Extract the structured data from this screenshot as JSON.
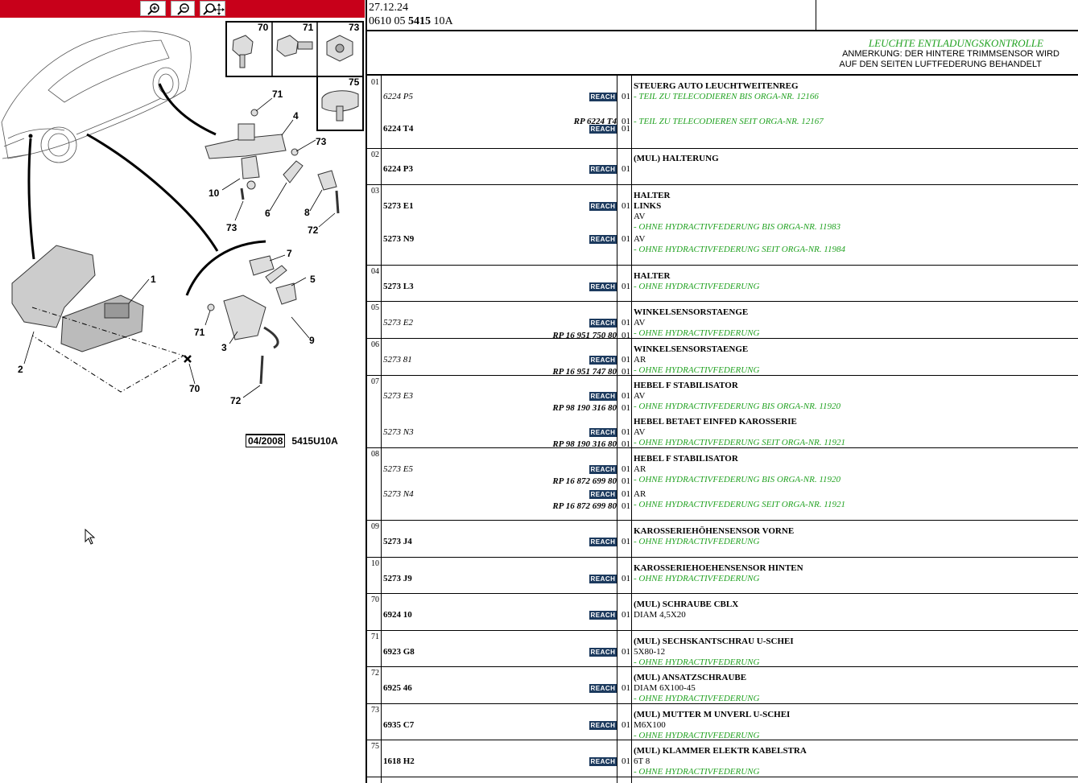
{
  "toolbar": {
    "buttons": [
      {
        "name": "zoom-in",
        "icon": "zoom-in-icon"
      },
      {
        "name": "zoom-out",
        "icon": "zoom-out-icon"
      },
      {
        "name": "zoom-fit",
        "icon": "zoom-move-icon"
      }
    ],
    "color": "#c8001a"
  },
  "diagram": {
    "callouts": [
      "70",
      "71",
      "73",
      "75",
      "71",
      "4",
      "73",
      "10",
      "73",
      "6",
      "8",
      "72",
      "1",
      "2",
      "7",
      "5",
      "71",
      "3",
      "9",
      "70",
      "72"
    ],
    "footer_date": "04/2008",
    "footer_ref": "5415U10A"
  },
  "header": {
    "date": "27.12.24",
    "code_prefix": "0610 05 ",
    "code_main": "5415",
    "code_suffix": " 10A"
  },
  "title": {
    "text": "LEUCHTE ENTLADUNGSKONTROLLE",
    "note_line1": "ANMERKUNG: DER HINTERE TRIMMSENSOR WIRD",
    "note_line2": "AUF DEN SEITEN LUFTFEDERUNG BEHANDELT"
  },
  "reach_label": "REACH",
  "colors": {
    "green": "#22a222",
    "reach": "#1c3a5e"
  },
  "rows": [
    {
      "pos": "01",
      "parts": [
        {
          "pn": "6224 P5",
          "style": "i",
          "reach": true,
          "qty": "01",
          "rp": "RP 6224 T4",
          "rp_qty": "01"
        },
        {
          "pn": "6224 T4",
          "style": "b",
          "reach": true,
          "qty": "01"
        }
      ],
      "desc": [
        {
          "text": "STEUERG AUTO LEUCHTWEITENREG",
          "style": "b"
        },
        {
          "text": "- TEIL ZU TELECODIEREN BIS ORGA-NR. 12166",
          "style": "g"
        },
        {
          "text": "- TEIL ZU TELECODIEREN SEIT ORGA-NR. 12167",
          "style": "g"
        }
      ]
    },
    {
      "pos": "02",
      "parts": [
        {
          "pn": "6224 P3",
          "style": "b",
          "reach": true,
          "qty": "01"
        }
      ],
      "desc": [
        {
          "text": "(MUL) HALTERUNG",
          "style": "b"
        }
      ]
    },
    {
      "pos": "03",
      "parts": [
        {
          "pn": "5273 E1",
          "style": "b",
          "reach": true,
          "qty": "01"
        },
        {
          "pn": "5273 N9",
          "style": "b",
          "reach": true,
          "qty": "01"
        }
      ],
      "desc": [
        {
          "text": "HALTER",
          "style": "b"
        },
        {
          "text": "LINKS",
          "style": "b"
        },
        {
          "text": "AV",
          "style": "n"
        },
        {
          "text": "- OHNE HYDRACTIVFEDERUNG BIS ORGA-NR. 11983",
          "style": "g"
        },
        {
          "text": "AV",
          "style": "n"
        },
        {
          "text": "- OHNE HYDRACTIVFEDERUNG SEIT ORGA-NR. 11984",
          "style": "g"
        }
      ]
    },
    {
      "pos": "04",
      "parts": [
        {
          "pn": "5273 L3",
          "style": "b",
          "reach": true,
          "qty": "01"
        }
      ],
      "desc": [
        {
          "text": "HALTER",
          "style": "b"
        },
        {
          "text": "- OHNE HYDRACTIVFEDERUNG",
          "style": "g"
        }
      ]
    },
    {
      "pos": "05",
      "parts": [
        {
          "pn": "5273 E2",
          "style": "i",
          "reach": true,
          "qty": "01",
          "rp": "RP 16 951 750 80",
          "rp_qty": "01"
        }
      ],
      "desc": [
        {
          "text": "WINKELSENSORSTAENGE",
          "style": "b"
        },
        {
          "text": "AV",
          "style": "n"
        },
        {
          "text": "- OHNE HYDRACTIVFEDERUNG",
          "style": "g"
        }
      ]
    },
    {
      "pos": "06",
      "parts": [
        {
          "pn": "5273 81",
          "style": "i",
          "reach": true,
          "qty": "01",
          "rp": "RP 16 951 747 80",
          "rp_qty": "01"
        }
      ],
      "desc": [
        {
          "text": "WINKELSENSORSTAENGE",
          "style": "b"
        },
        {
          "text": "AR",
          "style": "n"
        },
        {
          "text": "- OHNE HYDRACTIVFEDERUNG",
          "style": "g"
        }
      ]
    },
    {
      "pos": "07",
      "parts": [
        {
          "pn": "5273 E3",
          "style": "i",
          "reach": true,
          "qty": "01",
          "rp": "RP 98 190 316 80",
          "rp_qty": "01"
        },
        {
          "pn": "5273 N3",
          "style": "i",
          "reach": true,
          "qty": "01",
          "rp": "RP 98 190 316 80",
          "rp_qty": "01"
        }
      ],
      "desc": [
        {
          "text": "HEBEL F STABILISATOR",
          "style": "b"
        },
        {
          "text": "AV",
          "style": "n"
        },
        {
          "text": "- OHNE HYDRACTIVFEDERUNG BIS ORGA-NR. 11920",
          "style": "g"
        },
        {
          "text": "HEBEL BETAET EINFED KAROSSERIE",
          "style": "b"
        },
        {
          "text": "AV",
          "style": "n"
        },
        {
          "text": "- OHNE HYDRACTIVFEDERUNG SEIT ORGA-NR. 11921",
          "style": "g"
        }
      ]
    },
    {
      "pos": "08",
      "parts": [
        {
          "pn": "5273 E5",
          "style": "i",
          "reach": true,
          "qty": "01",
          "rp": "RP 16 872 699 80",
          "rp_qty": "01"
        },
        {
          "pn": "5273 N4",
          "style": "i",
          "reach": true,
          "qty": "01",
          "rp": "RP 16 872 699 80",
          "rp_qty": "01"
        }
      ],
      "desc": [
        {
          "text": "HEBEL F STABILISATOR",
          "style": "b"
        },
        {
          "text": "AR",
          "style": "n"
        },
        {
          "text": "- OHNE HYDRACTIVFEDERUNG BIS ORGA-NR. 11920",
          "style": "g"
        },
        {
          "text": "AR",
          "style": "n"
        },
        {
          "text": "- OHNE HYDRACTIVFEDERUNG SEIT ORGA-NR. 11921",
          "style": "g"
        }
      ]
    },
    {
      "pos": "09",
      "parts": [
        {
          "pn": "5273 J4",
          "style": "b",
          "reach": true,
          "qty": "01"
        }
      ],
      "desc": [
        {
          "text": "KAROSSERIEHÖHENSENSOR VORNE",
          "style": "b"
        },
        {
          "text": "- OHNE HYDRACTIVFEDERUNG",
          "style": "g"
        }
      ]
    },
    {
      "pos": "10",
      "parts": [
        {
          "pn": "5273 J9",
          "style": "b",
          "reach": true,
          "qty": "01"
        }
      ],
      "desc": [
        {
          "text": "KAROSSERIEHOEHENSENSOR HINTEN",
          "style": "b"
        },
        {
          "text": "- OHNE HYDRACTIVFEDERUNG",
          "style": "g"
        }
      ]
    },
    {
      "pos": "70",
      "parts": [
        {
          "pn": "6924 10",
          "style": "b",
          "reach": true,
          "qty": "01"
        }
      ],
      "desc": [
        {
          "text": "(MUL) SCHRAUBE CBLX",
          "style": "b"
        },
        {
          "text": "DIAM 4,5X20",
          "style": "n"
        }
      ]
    },
    {
      "pos": "71",
      "parts": [
        {
          "pn": "6923 G8",
          "style": "b",
          "reach": true,
          "qty": "01"
        }
      ],
      "desc": [
        {
          "text": "(MUL) SECHSKANTSCHRAU U-SCHEI",
          "style": "b"
        },
        {
          "text": "5X80-12",
          "style": "n"
        },
        {
          "text": "- OHNE HYDRACTIVFEDERUNG",
          "style": "g"
        }
      ]
    },
    {
      "pos": "72",
      "parts": [
        {
          "pn": "6925 46",
          "style": "b",
          "reach": true,
          "qty": "01"
        }
      ],
      "desc": [
        {
          "text": "(MUL) ANSATZSCHRAUBE",
          "style": "b"
        },
        {
          "text": "DIAM 6X100-45",
          "style": "n"
        },
        {
          "text": "- OHNE HYDRACTIVFEDERUNG",
          "style": "g"
        }
      ]
    },
    {
      "pos": "73",
      "parts": [
        {
          "pn": "6935 C7",
          "style": "b",
          "reach": true,
          "qty": "01"
        }
      ],
      "desc": [
        {
          "text": "(MUL) MUTTER M UNVERL U-SCHEI",
          "style": "b"
        },
        {
          "text": "M6X100",
          "style": "n"
        },
        {
          "text": "- OHNE HYDRACTIVFEDERUNG",
          "style": "g"
        }
      ]
    },
    {
      "pos": "75",
      "parts": [
        {
          "pn": "1618 H2",
          "style": "b",
          "reach": true,
          "qty": "01"
        }
      ],
      "desc": [
        {
          "text": "(MUL) KLAMMER ELEKTR KABELSTRA",
          "style": "b"
        },
        {
          "text": "6T 8",
          "style": "n"
        },
        {
          "text": "- OHNE HYDRACTIVFEDERUNG",
          "style": "g"
        }
      ]
    }
  ]
}
